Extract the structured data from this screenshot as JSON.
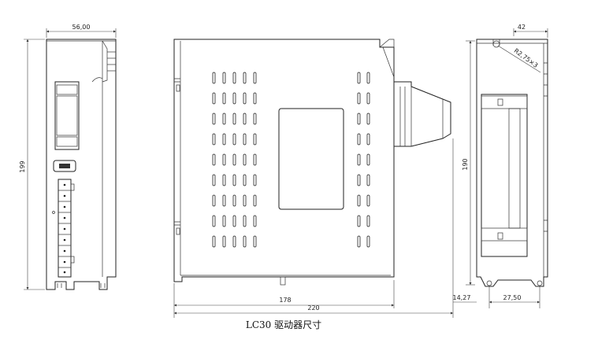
{
  "caption": "LC30 驱动器尺寸",
  "front_view": {
    "width_label": "56,00",
    "height_label": "199"
  },
  "side_view": {
    "depth_label": "178",
    "total_label": "220",
    "offset_label": "14,27"
  },
  "back_view": {
    "width_label": "42",
    "height_label": "190",
    "radius_label": "R2,75×3",
    "spacing_label": "27,50"
  }
}
